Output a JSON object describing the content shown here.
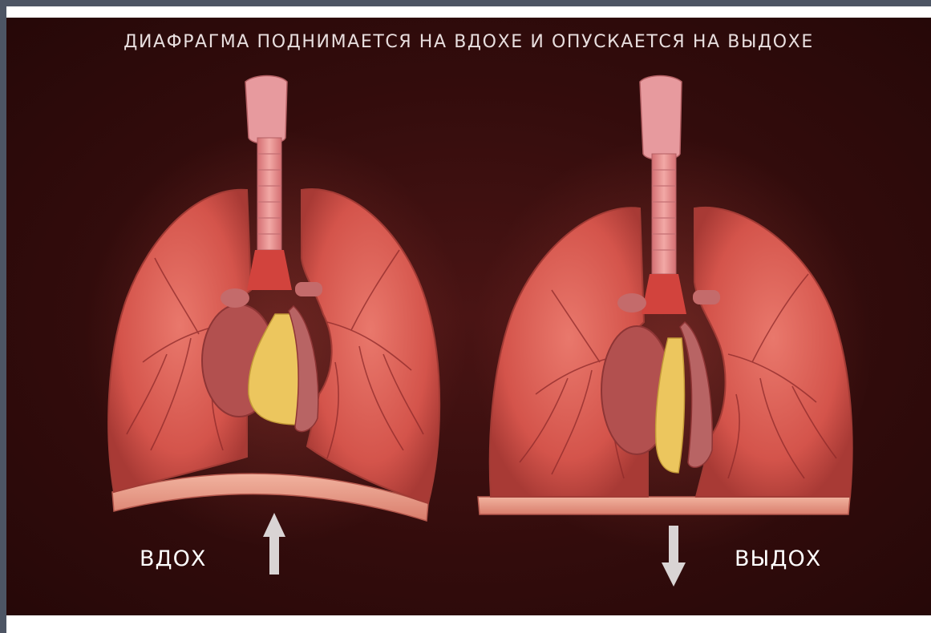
{
  "headline": "ДИАФРАГМА ПОДНИМАЕТСЯ НА ВДОХЕ  И ОПУСКАЕТСЯ НА ВЫДОХЕ",
  "labels": {
    "inhale": "ВДОХ",
    "exhale": "ВЫДОХ"
  },
  "icons": {
    "inhale_arrow": "arrow-up-icon",
    "exhale_arrow": "arrow-down-icon"
  },
  "colors": {
    "background": "#330c0c",
    "lung": "#d9574f",
    "heart": "#b24a4a",
    "fat": "#ecc65e",
    "trachea": "#e38a8a",
    "diaphragm": "#e89a86",
    "arrow": "#d9d4d4",
    "text": "#ffffff"
  }
}
